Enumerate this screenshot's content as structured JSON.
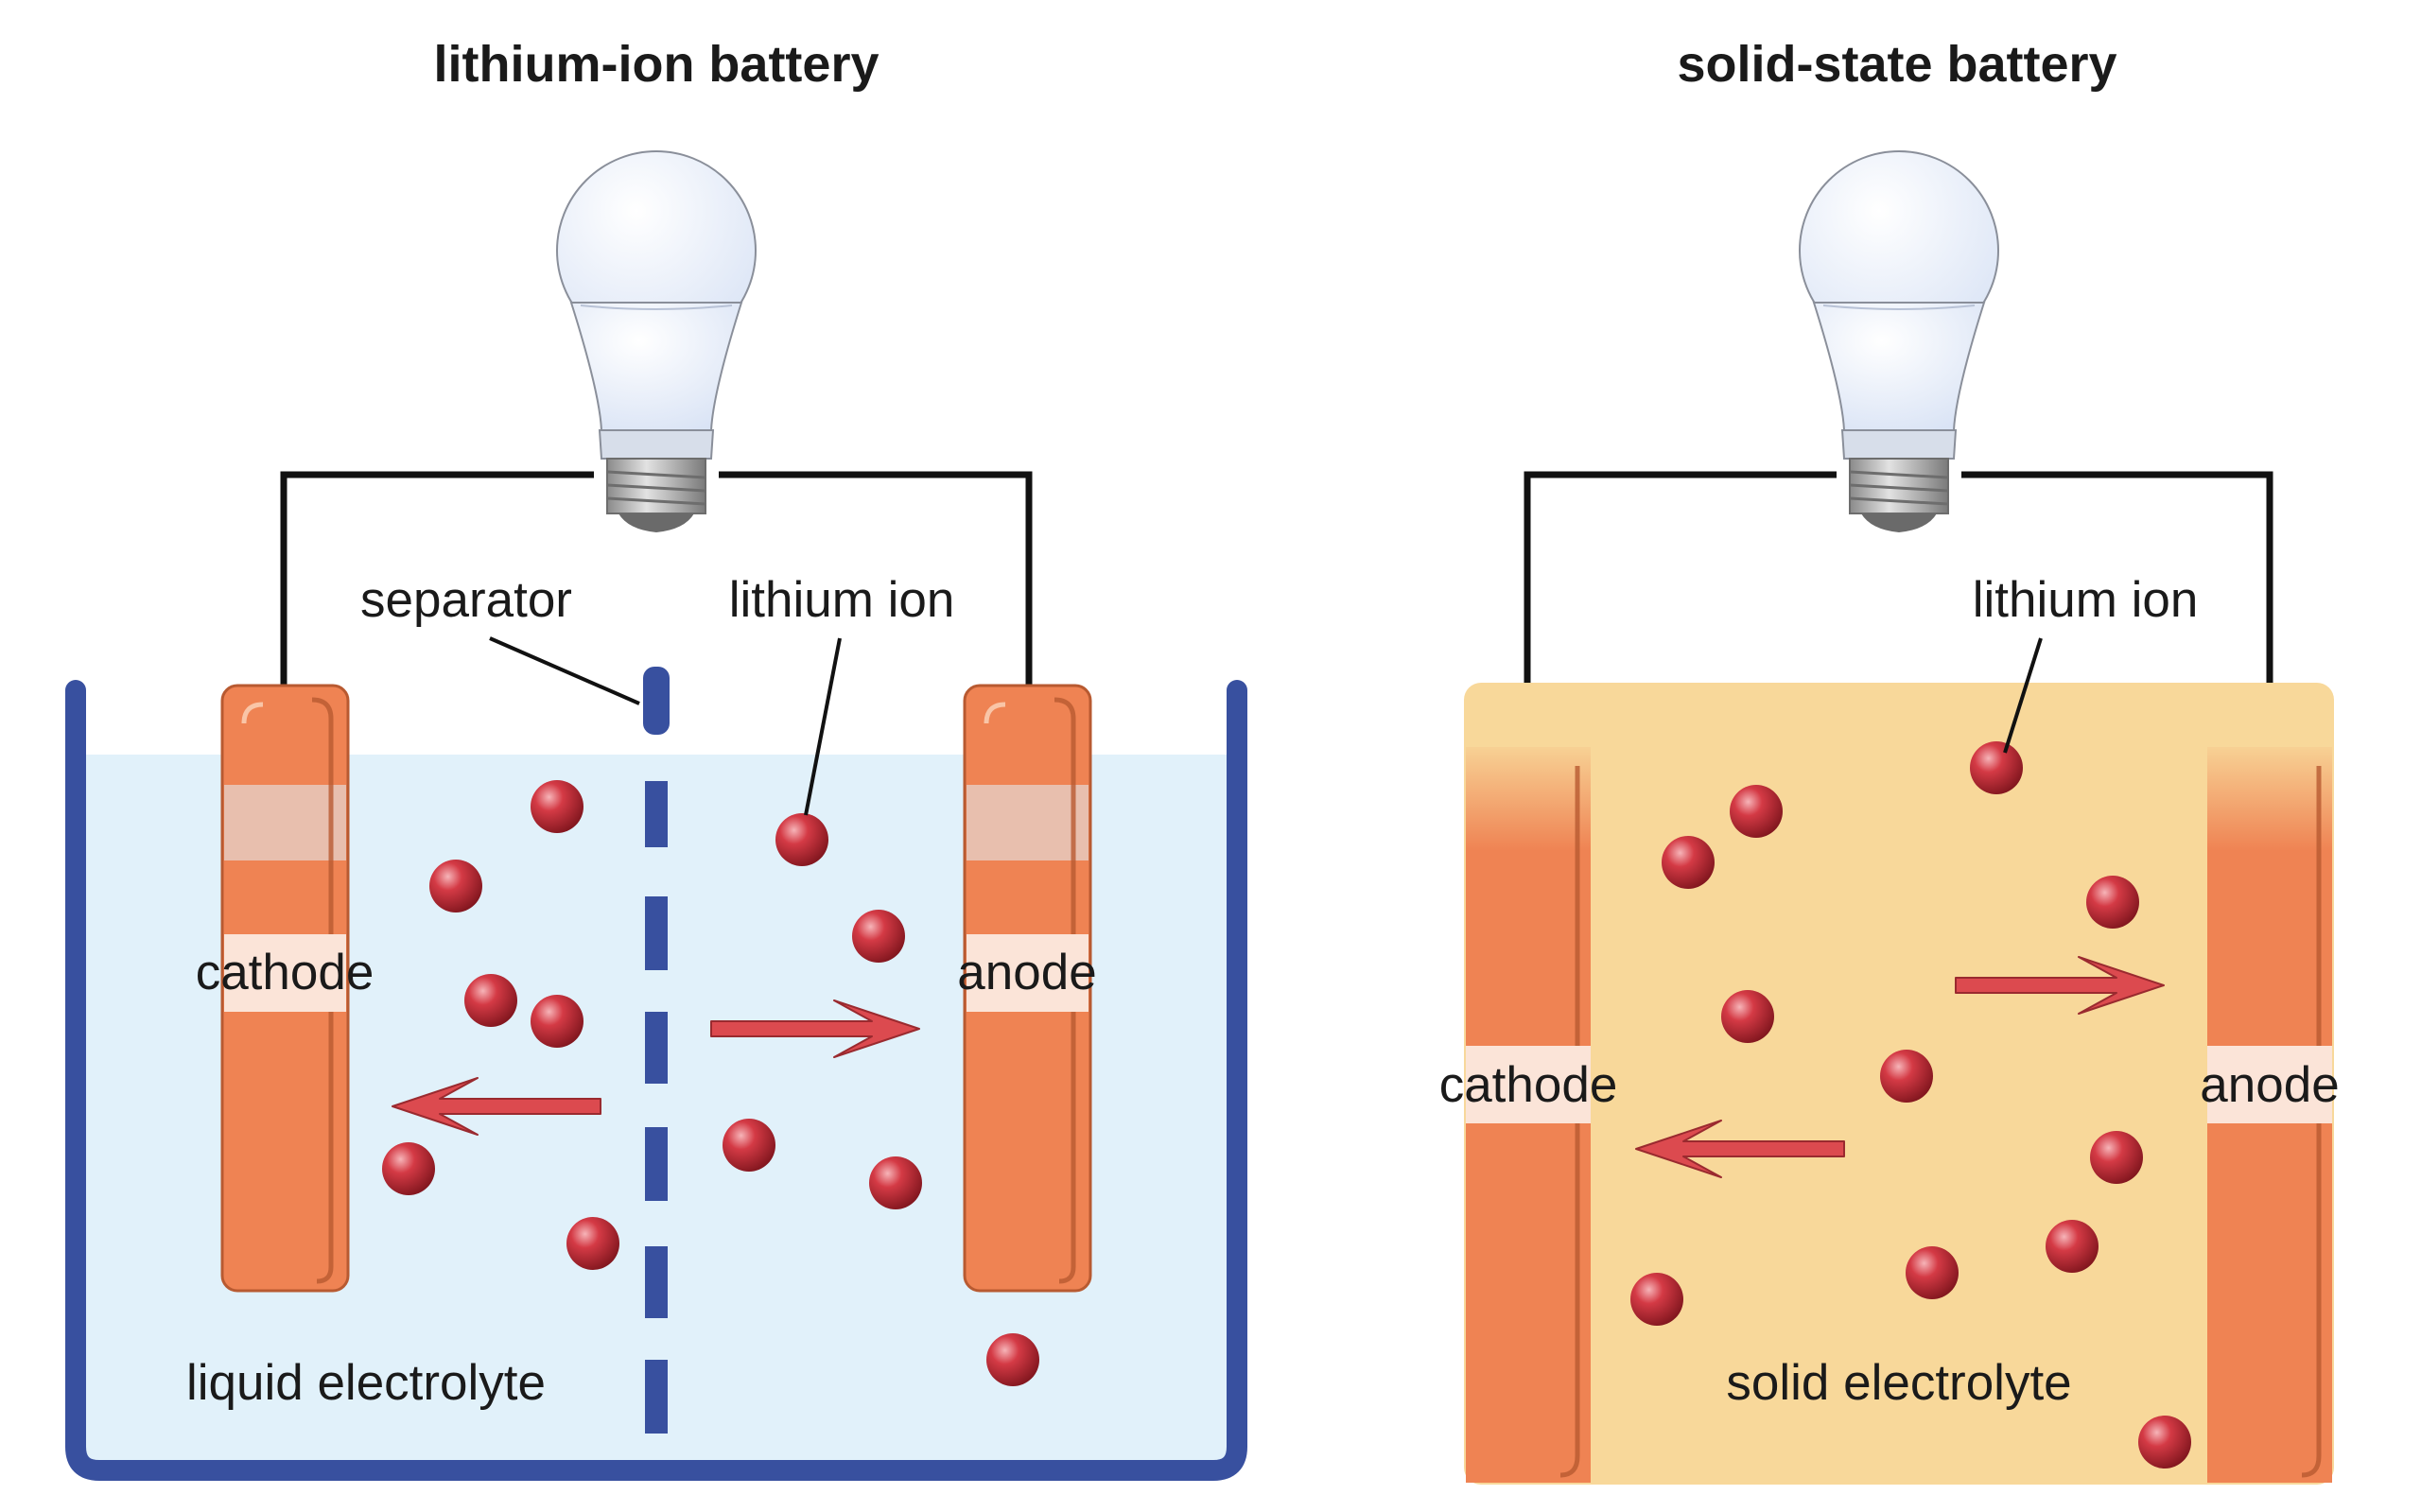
{
  "colors": {
    "container": "#38509f",
    "liquid": "#e1f1fa",
    "electrode": "#ef8353",
    "electrode_dark": "#cf6a3e",
    "solid": "#f8d89a",
    "ion": "#c42b35",
    "arrow": "#dc4a4f",
    "wire": "#111111",
    "bulb": "#eaf0fb",
    "base": "#9b9b9b"
  },
  "icons": [
    "light-bulb-icon",
    "lithium-ion-sphere-icon",
    "ion-flow-arrow-icon"
  ],
  "left": {
    "title": "lithium-ion battery",
    "separator_label": "separator",
    "ion_label": "lithium ion",
    "cathode_label": "cathode",
    "anode_label": "anode",
    "electrolyte_label": "liquid electrolyte"
  },
  "right": {
    "title": "solid-state battery",
    "ion_label": "lithium ion",
    "cathode_label": "cathode",
    "anode_label": "anode",
    "electrolyte_label": "solid electrolyte"
  }
}
